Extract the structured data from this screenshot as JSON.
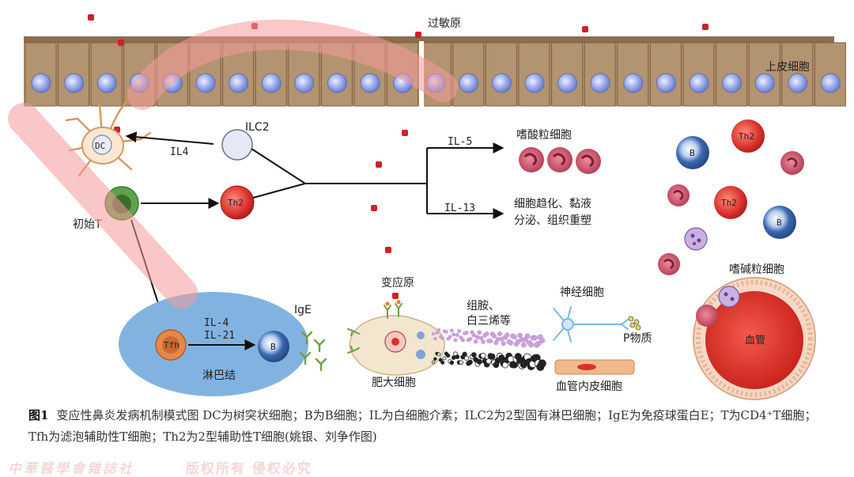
{
  "labels": {
    "allergen": "过敏原",
    "epithelium": "上皮细胞",
    "dc": "DC",
    "ilc2": "ILC2",
    "il4_arrow": "IL4",
    "naive_t": "初始T",
    "th2": "Th2",
    "il5": "IL-5",
    "eosinophil": "嗜酸粒细胞",
    "il13": "IL-13",
    "il13_effect_1": "细胞趋化、黏液",
    "il13_effect_2": "分泌、组织重塑",
    "b": "B",
    "th2_right_1": "Th2",
    "th2_right_2": "Th2",
    "b_right": "B",
    "basophil": "嗜碱粒细胞",
    "blood_vessel": "血管",
    "tfh": "Tfh",
    "il4_lymph": "IL-4",
    "il21": "IL-21",
    "b_lymph": "B",
    "ige": "IgE",
    "lymph_node": "淋巴结",
    "allergen_2": "变应原",
    "histamine_1": "组胺、",
    "histamine_2": "白三烯等",
    "nerve_cell": "神经细胞",
    "substance_p": "P物质",
    "mast_cell": "肥大细胞",
    "endothelial": "血管内皮细胞"
  },
  "caption": {
    "figure": "图1",
    "text": "变应性鼻炎发病机制模式图 DC为树突状细胞；B为B细胞；IL为白细胞介素；ILC2为2型固有淋巴细胞；IgE为免疫球蛋白E；T为CD4⁺T细胞；Tfh为滤泡辅助性T细胞；Th2为2型辅助性T细胞(姚银、刘争作图)"
  },
  "watermark": {
    "publisher": "中華醫學會雜誌社",
    "extra": "版权所有 侵权必究"
  },
  "colors": {
    "epithelium": "#a98963",
    "nucleus": "#8e9fe3",
    "th2": "#d7302a",
    "b_cell": "#3b67ad",
    "eosinophil": "#b23a52",
    "lymph_node": "#82b3e0",
    "tfh": "#cc6a2c",
    "allergen_dot": "#d41f26",
    "watermark": "#f0908f"
  },
  "icons": [
    "dendritic-cell-icon",
    "mast-cell-icon",
    "nerve-cell-icon",
    "antibody-icon"
  ]
}
